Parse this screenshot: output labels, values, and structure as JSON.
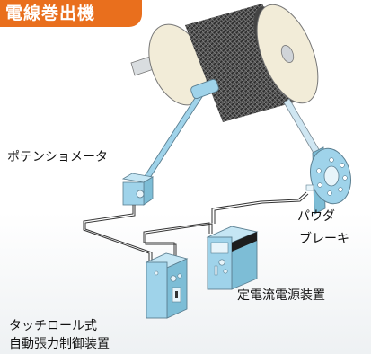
{
  "title": "電線巻出機",
  "labels": {
    "potentiometer": "ポテンショメータ",
    "powder_brake_line1": "パウダ",
    "powder_brake_line2": "ブレーキ",
    "power_supply": "定電流電源装置",
    "tension_controller_line1": "タッチロール式",
    "tension_controller_line2": "自動張力制御装置"
  },
  "colors": {
    "accent": "#e96f1d",
    "device_blue": "#9fd3ea",
    "reel_flange": "#f2ecd8",
    "wire": "#555555"
  }
}
